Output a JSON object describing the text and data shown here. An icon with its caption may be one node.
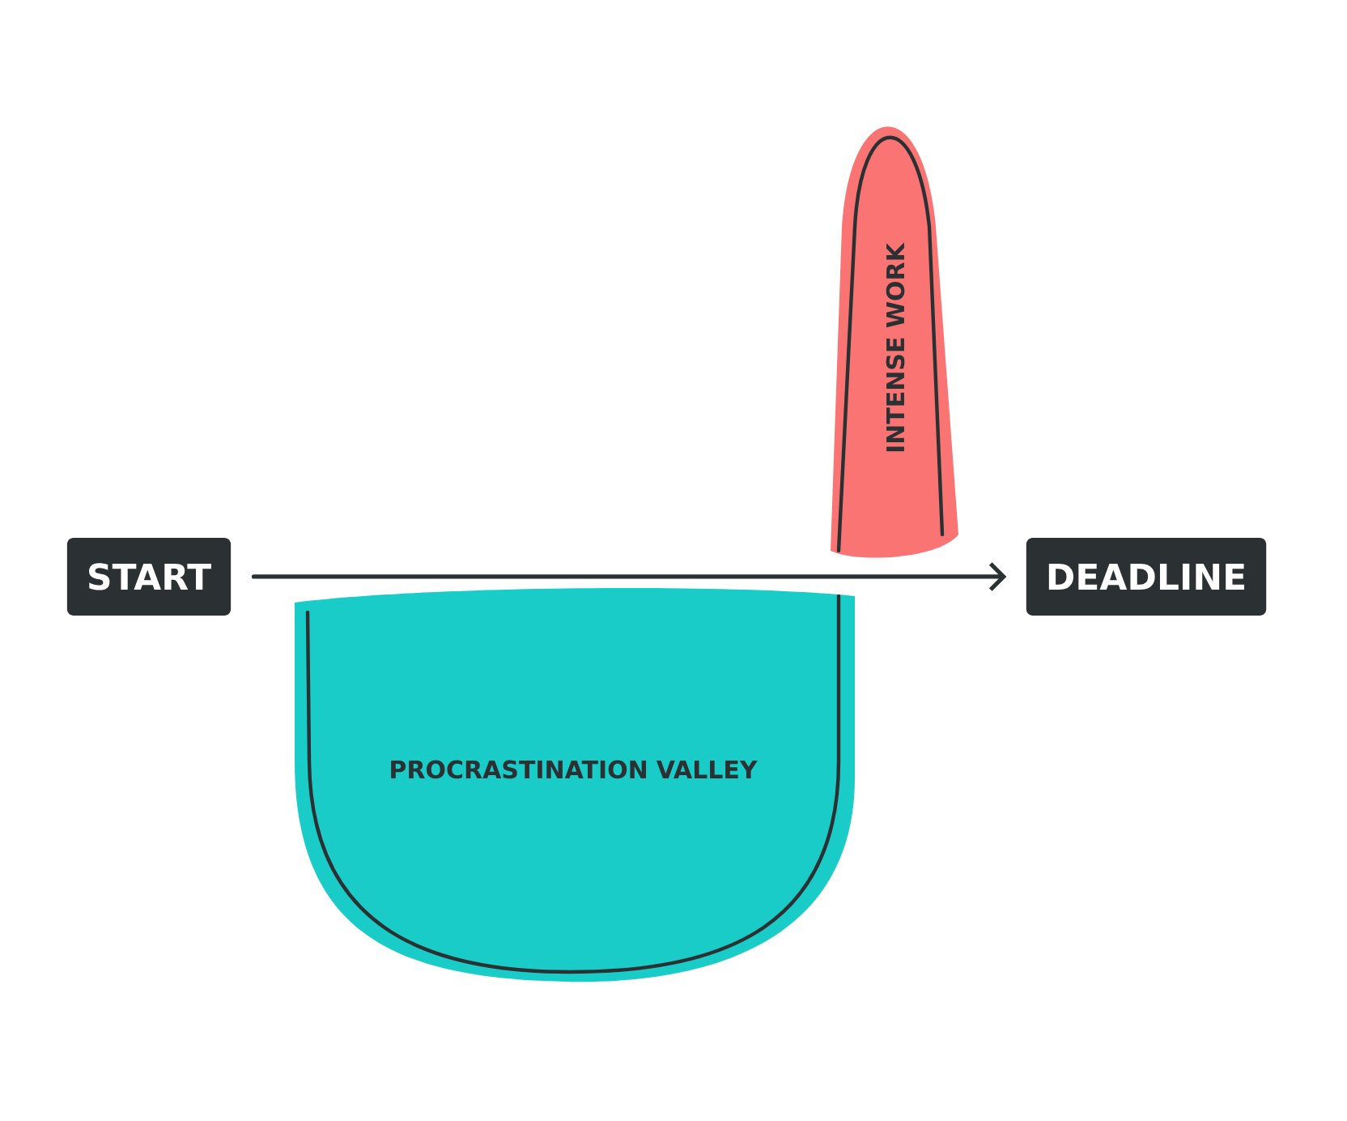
{
  "diagram": {
    "nodes": [
      {
        "text": [
          "START"
        ]
      },
      {
        "text": [
          "DEADLINE"
        ]
      },
      {
        "text": [
          "PROCRASTINATION VALLEY"
        ]
      },
      {
        "text": [
          "INTENSE WORK"
        ]
      }
    ],
    "edges": [
      {
        "from": 0,
        "to": 1,
        "arrow": "to"
      }
    ]
  }
}
